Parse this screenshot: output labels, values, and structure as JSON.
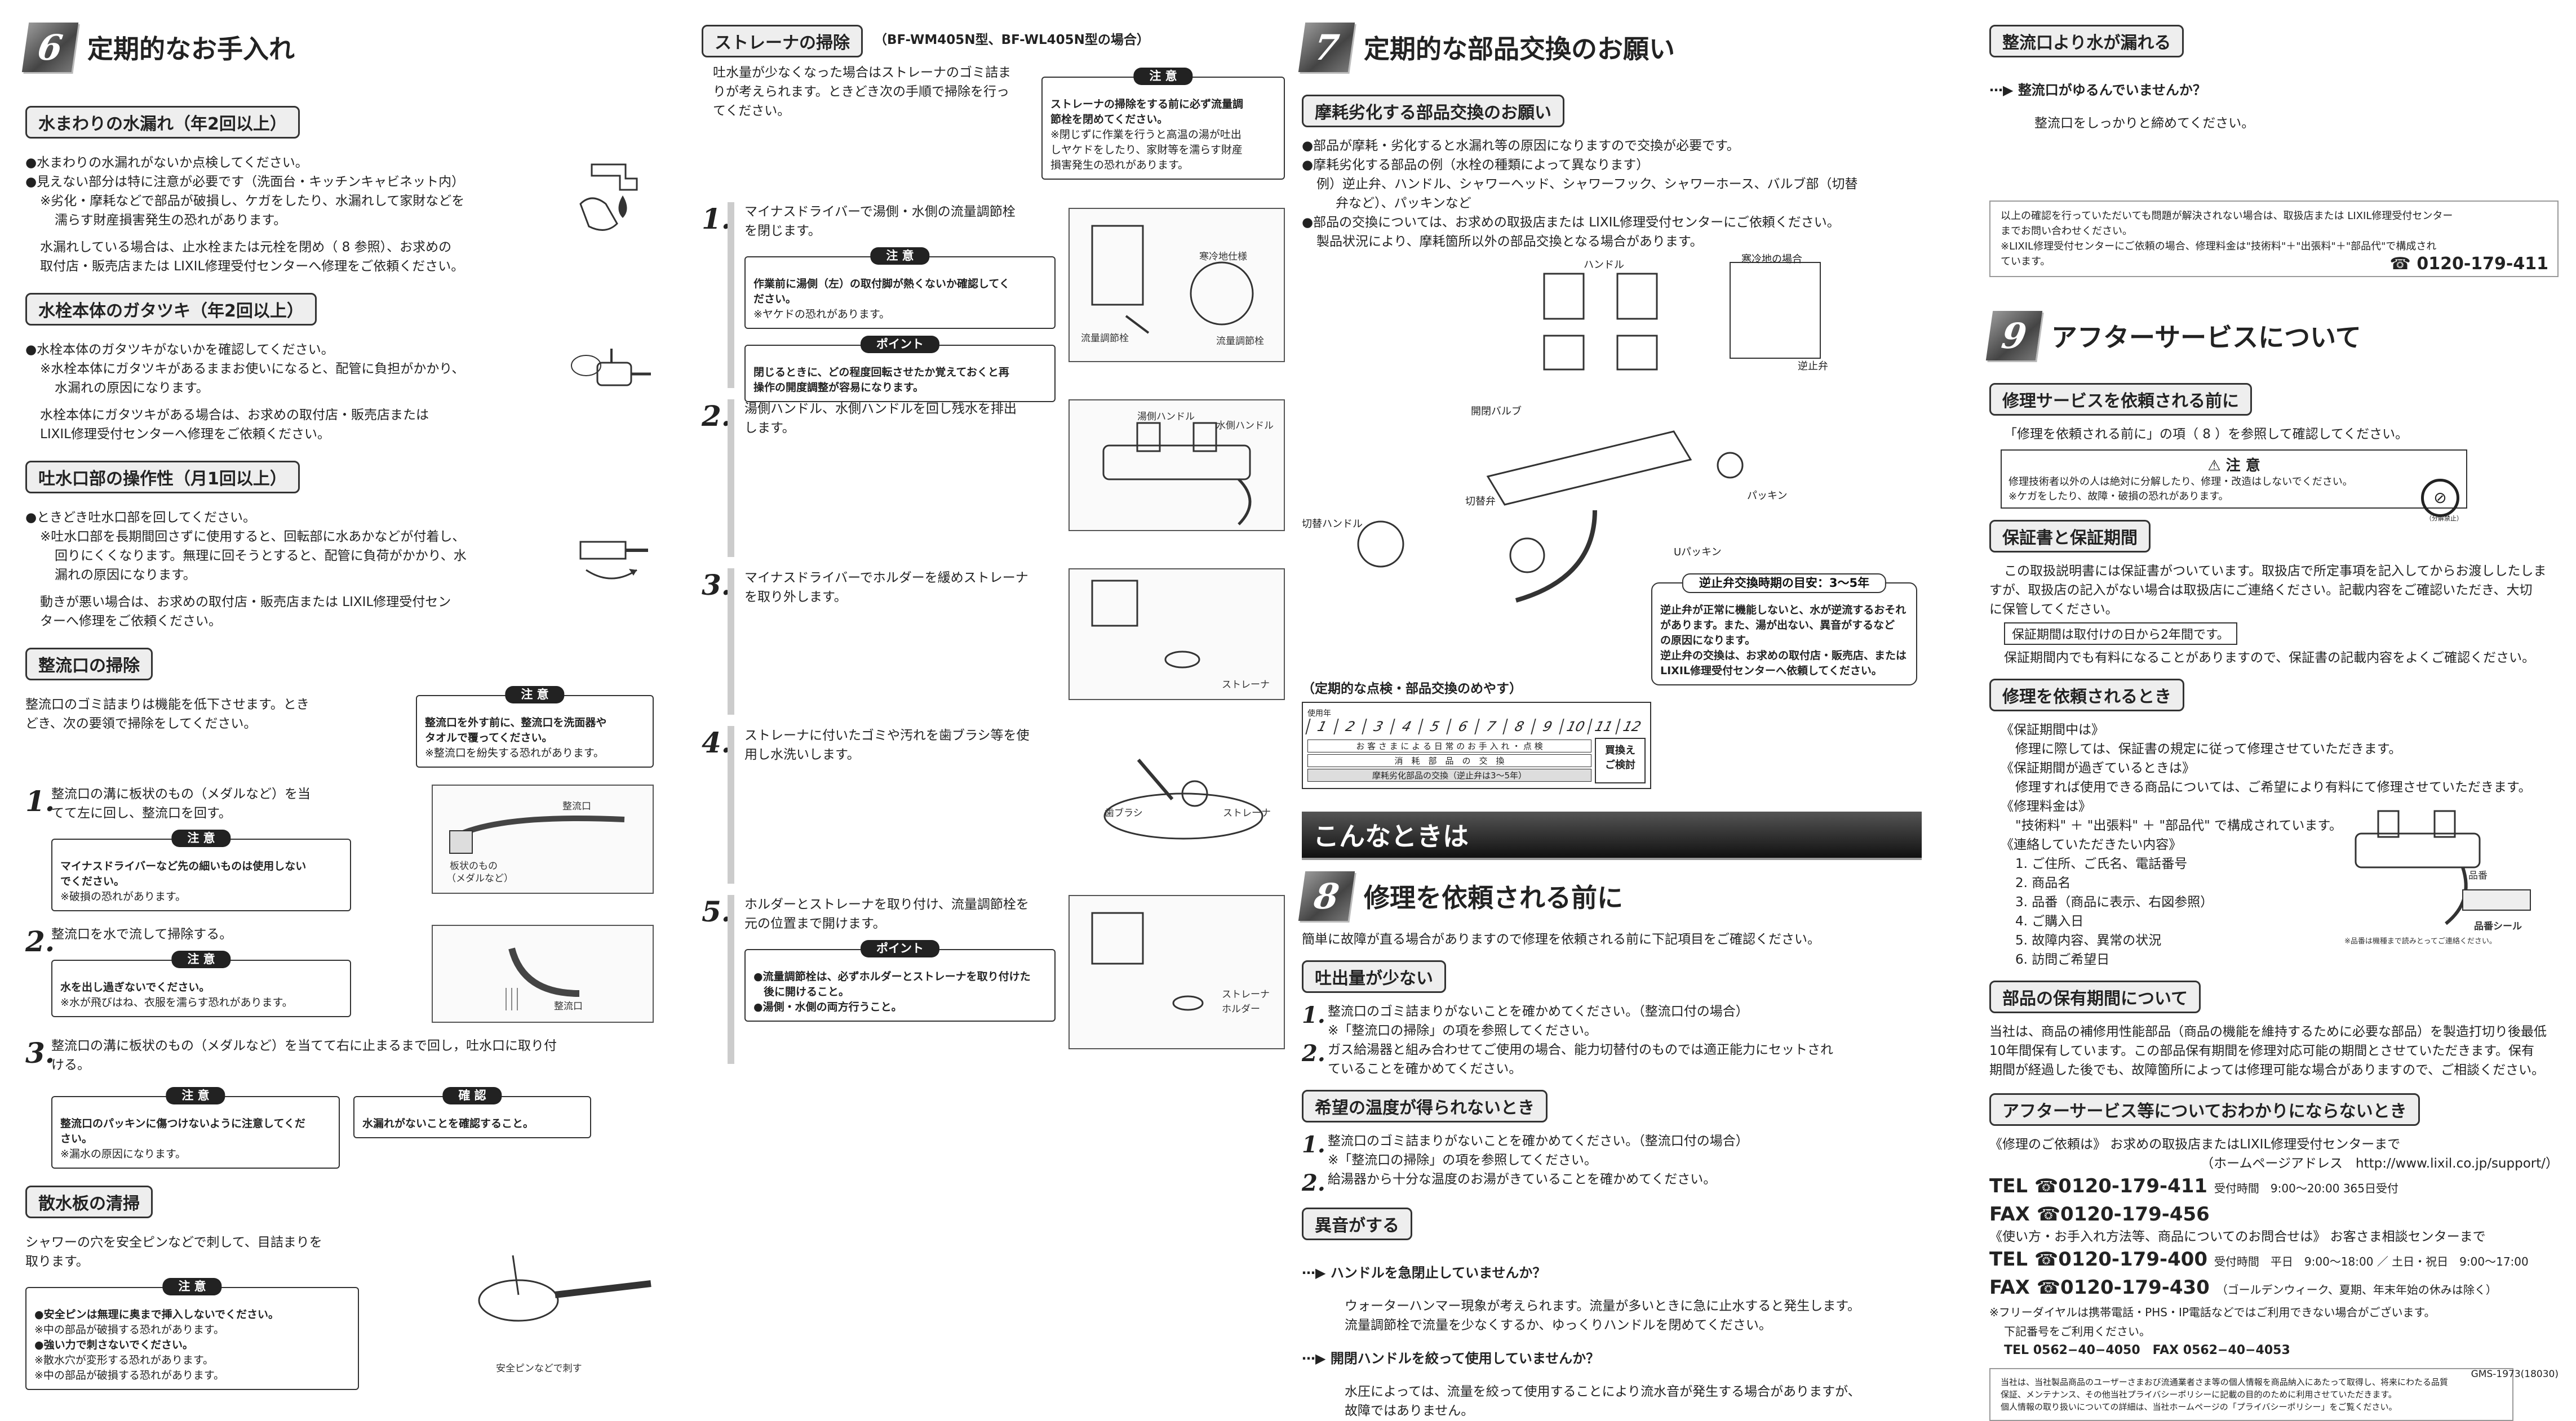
{
  "c1": {
    "num": "6",
    "title": "定期的なお手入れ",
    "s1": {
      "head": "水まわりの水漏れ（年2回以上）",
      "l1": "●水まわりの水漏れがないか点検してください。",
      "l2": "●見えない部分は特に注意が必要です（洗面台・キッチンキャビネット内）",
      "l3": "※劣化・摩耗などで部品が破損し、ケガをしたり、水漏れして家財などを",
      "l4": "濡らす財産損害発生の恐れがあります。",
      "l5": "水漏れしている場合は、止水栓または元栓を閉め（ 8 参照）、お求めの",
      "l6": "取付店・販売店または LIXIL修理受付センターへ修理をご依頼ください。"
    },
    "s2": {
      "head": "水栓本体のガタツキ（年2回以上）",
      "l1": "●水栓本体のガタツキがないかを確認してください。",
      "l2": "※水栓本体にガタツキがあるままお使いになると、配管に負担がかかり、",
      "l3": "水漏れの原因になります。",
      "l4": "水栓本体にガタツキがある場合は、お求めの取付店・販売店または",
      "l5": "LIXIL修理受付センターへ修理をご依頼ください。"
    },
    "s3": {
      "head": "吐水口部の操作性（月1回以上）",
      "l1": "●ときどき吐水口部を回してください。",
      "l2": "※吐水口部を長期間回さずに使用すると、回転部に水あかなどが付着し、",
      "l3": "回りにくくなります。無理に回そうとすると、配管に負荷がかかり、水",
      "l4": "漏れの原因になります。",
      "l5": "動きが悪い場合は、お求めの取付店・販売店または LIXIL修理受付セン",
      "l6": "ターへ修理をご依頼ください。"
    },
    "s4": {
      "head": "整流口の掃除",
      "intro1": "整流口のゴミ詰まりは機能を低下させます。とき",
      "intro2": "どき、次の要領で掃除をしてください。",
      "caution_tag": "注 意",
      "caution1": "整流口を外す前に、整流口を洗面器や",
      "caution2": "タオルで覆ってください。",
      "caution3": "※整流口を紛失する恐れがあります。",
      "st1": "整流口の溝に板状のもの（メダルなど）を当",
      "st1b": "てて左に回し、整流口を回す。",
      "st1c1": "マイナスドライバーなど先の細いものは使用しない",
      "st1c2": "でください。",
      "st1c3": "※破損の恐れがあります。",
      "fig1a": "整流口",
      "fig1b": "板状のもの",
      "fig1c": "（メダルなど）",
      "st2": "整流口を水で流して掃除する。",
      "st2c1": "水を出し過ぎないでください。",
      "st2c2": "※水が飛びはね、衣服を濡らす恐れがあります。",
      "fig2": "整流口",
      "st3": "整流口の溝に板状のもの（メダルなど）を当てて右に止まるまで回し，吐水口に取り付",
      "st3b": "ける。",
      "st3c1": "整流口のパッキンに傷つけないように注意してくだ",
      "st3c2": "さい。",
      "st3c3": "※漏水の原因になります。",
      "confirm_tag": "確 認",
      "confirm": "水漏れがないことを確認すること。"
    },
    "s5": {
      "head": "散水板の清掃",
      "l1": "シャワーの穴を安全ピンなどで刺して、目詰まりを",
      "l2": "取ります。",
      "c1": "●安全ピンは無理に奥まで挿入しないでください。",
      "c2": "※中の部品が破損する恐れがあります。",
      "c3": "●強い力で刺さないでください。",
      "c4": "※散水穴が変形する恐れがあります。",
      "c5": "※中の部品が破損する恐れがあります。",
      "fig": "安全ピンなどで刺す"
    },
    "step_nums": [
      "1.",
      "2.",
      "3."
    ]
  },
  "c2": {
    "head": "ストレーナの掃除",
    "models": "（BF-WM405N型、BF-WL405N型の場合）",
    "intro1": "吐水量が少なくなった場合はストレーナのゴミ詰ま",
    "intro2": "りが考えられます。ときどき次の手順で掃除を行っ",
    "intro3": "てください。",
    "caution1": "ストレーナの掃除をする前に必ず流量調",
    "caution2": "節栓を閉めてください。",
    "caution3": "※閉じずに作業を行うと高温の湯が吐出",
    "caution4": "しヤケドをしたり、家財等を濡らす財産",
    "caution5": "損害発生の恐れがあります。",
    "step_nums": [
      "1.",
      "2.",
      "3.",
      "4.",
      "5."
    ],
    "s1a": "マイナスドライバーで湯側・水側の流量調節栓",
    "s1b": "を閉じます。",
    "s1c1": "作業前に湯側（左）の取付脚が熱くないか確認してく",
    "s1c2": "ださい。",
    "s1c3": "※ヤケドの恐れがあります。",
    "point_tag": "ポイント",
    "s1p1": "閉じるときに、どの程度回転させたか覚えておくと再",
    "s1p2": "操作の開度調整が容易になります。",
    "f1a": "寒冷地仕様",
    "f1b": "流量調節栓",
    "f1c": "流量調節栓",
    "s2a": "湯側ハンドル、水側ハンドルを回し残水を排出",
    "s2b": "します。",
    "f2a": "湯側ハンドル",
    "f2b": "水側ハンドル",
    "s3a": "マイナスドライバーでホルダーを緩めストレーナ",
    "s3b": "を取り外します。",
    "f3": "ストレーナ",
    "s4a": "ストレーナに付いたゴミや汚れを歯ブラシ等を使",
    "s4b": "用し水洗いします。",
    "f4a": "歯ブラシ",
    "f4b": "ストレーナ",
    "s5a": "ホルダーとストレーナを取り付け、流量調節栓を",
    "s5b": "元の位置まで開けます。",
    "s5p1": "●流量調節栓は、必ずホルダーとストレーナを取り付けた",
    "s5p2": "後に開けること。",
    "s5p3": "●湯側・水側の両方行うこと。",
    "f5a": "ストレーナ",
    "f5b": "ホルダー"
  },
  "c3": {
    "num": "7",
    "title": "定期的な部品交換のお願い",
    "sub1": "摩耗劣化する部品交換のお願い",
    "l1": "●部品が摩耗・劣化すると水漏れ等の原因になりますので交換が必要です。",
    "l2": "●摩耗劣化する部品の例（水栓の種類によって異なります）",
    "l3": "例）逆止弁、ハンドル、シャワーヘッド、シャワーフック、シャワーホース、バルブ部（切替",
    "l4": "弁など）、パッキンなど",
    "l5": "●部品の交換については、お求めの取扱店または LIXIL修理受付センターにご依頼ください。",
    "l6": "製品状況により、摩耗箇所以外の部品交換となる場合があります。",
    "parts": [
      "ハンドル",
      "寒冷地の場合",
      "逆止弁",
      "開閉バルブ",
      "パッキン",
      "切替弁",
      "Uパッキン",
      "切替ハンドル"
    ],
    "check_tag": "逆止弁交換時期の目安：3〜5年",
    "check1": "逆止弁が正常に機能しないと、水が逆流するおそれ",
    "check2": "があります。また、湯が出ない、異音がするなど",
    "check3": "の原因になります。",
    "check4": "逆止弁の交換は、お求めの取付店・販売店、または",
    "check5": "LIXIL修理受付センターへ依頼してください。",
    "sched_title": "（定期的な点検・部品交換のめやす）",
    "sched_unit": "使用年",
    "years": [
      "1",
      "2",
      "3",
      "4",
      "5",
      "6",
      "7",
      "8",
      "9",
      "10",
      "11",
      "12"
    ],
    "sched_r1": "お 客 さ ま に よ る 日 常 の お 手 入 れ ・ 点 検",
    "sched_r2": "消　耗　部　品　の　交　換",
    "sched_r3": "摩耗劣化部品の交換（逆止弁は3〜5年）",
    "sched_box1": "買換え",
    "sched_box2": "ご検討",
    "banner": "こんなときは",
    "num8": "8",
    "title8": "修理を依頼される前に",
    "intro8": "簡単に故障が直る場合がありますので修理を依頼される前に下記項目をご確認ください。",
    "q1": "吐出量が少ない",
    "q1a": "整流口のゴミ詰まりがないことを確かめてください。（整流口付の場合）",
    "q1b": "※「整流口の掃除」の項を参照してください。",
    "q1c": "ガス給湯器と組み合わせてご使用の場合、能力切替付のものでは適正能力にセットされ",
    "q1d": "ていることを確かめてください。",
    "q2": "希望の温度が得られないとき",
    "q2a": "整流口のゴミ詰まりがないことを確かめてください。（整流口付の場合）",
    "q2b": "※「整流口の掃除」の項を参照してください。",
    "q2c": "給湯器から十分な温度のお湯がきていることを確かめてください。",
    "q3": "異音がする",
    "q3a": "ハンドルを急閉止していませんか？",
    "q3b": "ウォーターハンマー現象が考えられます。流量が多いときに急に止水すると発生します。",
    "q3c": "流量調節栓で流量を少なくするか、ゆっくりハンドルを閉めてください。",
    "q3d": "開閉ハンドルを絞って使用していませんか？",
    "q3e": "水圧によっては、流量を絞って使用することにより流水音が発生する場合がありますが、",
    "q3f": "故障ではありません。",
    "step_nums": [
      "1.",
      "2.",
      "1.",
      "2."
    ]
  },
  "c4": {
    "q4": "整流口より水が漏れる",
    "q4a": "整流口がゆるんでいませんか？",
    "q4b": "整流口をしっかりと締めてください。",
    "box1": "以上の確認を行っていただいても問題が解決されない場合は、取扱店または LIXIL修理受付センター",
    "box2": "までお問い合わせください。",
    "box3": "※LIXIL修理受付センターにご依頼の場合、修理料金は\"技術料\"＋\"出張料\"＋\"部品代\"で構成され",
    "box4": "ています。",
    "box_tel": "0120-179-411",
    "num": "9",
    "title": "アフターサービスについて",
    "sub1": "修理サービスを依頼される前に",
    "sub1a": "「修理を依頼される前に」の項（ 8 ）を参照して確認してください。",
    "caution_tag": "注 意",
    "caution1": "修理技術者以外の人は絶対に分解したり、修理・改造はしないでください。",
    "caution2": "※ケガをしたり、故障・破損の恐れがあります。",
    "caution_icon": "（分解禁止）",
    "sub2": "保証書と保証期間",
    "sub2a": "この取扱説明書には保証書がついています。取扱店で所定事項を記入してからお渡ししたしま",
    "sub2b": "すが、取扱店の記入がない場合は取扱店にご連絡ください。記載内容をご確認いただき、大切",
    "sub2c": "に保管してください。",
    "sub2box": "保証期間は取付けの日から2年間です。",
    "sub2d": "保証期間内でも有料になることがありますので、保証書の記載内容をよくご確認ください。",
    "sub3": "修理を依頼されるとき",
    "r1": "《保証期間中は》",
    "r2": "修理に際しては、保証書の規定に従って修理させていただきます。",
    "r3": "《保証期間が過ぎているときは》",
    "r4": "修理すれば使用できる商品については、ご希望により有料にて修理させていただきます。",
    "r5": "《修理料金は》",
    "r6": "\"技術料\" ＋ \"出張料\" ＋ \"部品代\" で構成されています。",
    "r7": "《連絡していただきたい内容》",
    "r8": "1. ご住所、ご氏名、電話番号",
    "r9": "2. 商品名",
    "r10": "3. 品番（商品に表示、右図参照）",
    "r11": "4. ご購入日",
    "r12": "5. 故障内容、異常の状況",
    "r13": "6. 訪問ご希望日",
    "fig_label1": "品番",
    "fig_label2": "品番シール",
    "fig_note": "※品番は機種まで読みとってご連絡ください。",
    "sub4": "部品の保有期間について",
    "sub4a": "当社は、商品の補修用性能部品（商品の機能を維持するために必要な部品）を製造打切り後最低",
    "sub4b": "10年間保有しています。この部品保有期間を修理対応可能の期間とさせていただきます。保有",
    "sub4c": "期間が経過した後でも、故障箇所によっては修理可能な場合がありますので、ご相談ください。",
    "sub5": "アフターサービス等についておわかりにならないとき",
    "sub5a": "《修理のご依頼は》 お求めの取扱店またはLIXIL修理受付センターまで",
    "sub5b": "（ホームページアドレス　http://www.lixil.co.jp/support/）",
    "tel1": "TEL ☎0120-179-411",
    "tel1h": "受付時間　9:00〜20:00 365日受付",
    "fax1": "FAX ☎0120-179-456",
    "sub5c": "《使い方・お手入れ方法等、商品についてのお問合せは》 お客さま相談センターまで",
    "tel2": "TEL ☎0120-179-400",
    "tel2h": "受付時間　平日　9:00〜18:00 ／ 土日・祝日　9:00〜17:00",
    "fax2": "FAX ☎0120-179-430",
    "fax2h": "（ゴールデンウィーク、夏期、年末年始の休みは除く）",
    "sub5d": "※フリーダイヤルは携帯電話・PHS・IP電話などではご利用できない場合がございます。",
    "sub5e": "下記番号をご利用ください。",
    "sub5f": "TEL 0562−40−4050　FAX 0562−40−4053",
    "privacy1": "当社は、当社製品商品のユーザーさまおび流通業者さま等の個人情報を商品納入にあたって取得し、将来にわたる品質",
    "privacy2": "保証、メンテナンス、その他当社プライバシーポリシーに記載の目的のために利用させていただきます。",
    "privacy3": "個人情報の取り扱いについての詳細は、当社ホームページの「プライバシーポリシー」をご覧ください。",
    "code": "GMS-1973(18030)"
  }
}
